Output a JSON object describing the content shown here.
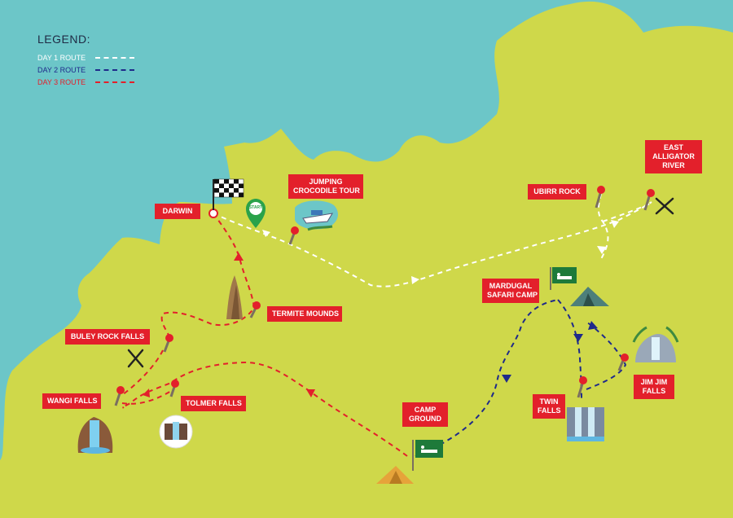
{
  "legend": {
    "title": "LEGEND:",
    "routes": [
      {
        "label": "DAY 1 ROUTE",
        "color": "#ffffff"
      },
      {
        "label": "DAY 2 ROUTE",
        "color": "#1f2a8a"
      },
      {
        "label": "DAY 3 ROUTE",
        "color": "#e3202b"
      }
    ]
  },
  "places": {
    "darwin": "DARWIN",
    "jumping_crocodile_tour": [
      "JUMPING",
      "CROCODILE TOUR"
    ],
    "ubirr_rock": "UBIRR ROCK",
    "east_alligator_river": [
      "EAST",
      "ALLIGATOR",
      "RIVER"
    ],
    "mardugal_safari_camp": [
      "MARDUGAL",
      "SAFARI CAMP"
    ],
    "termite_mounds": "TERMITE MOUNDS",
    "buley_rock_falls": "BULEY ROCK FALLS",
    "wangi_falls": "WANGI FALLS",
    "tolmer_falls": "TOLMER FALLS",
    "camp_ground": [
      "CAMP",
      "GROUND"
    ],
    "twin_falls": [
      "TWIN",
      "FALLS"
    ],
    "jim_jim_falls": [
      "JIM JIM",
      "FALLS"
    ]
  },
  "start_marker": "START",
  "colors": {
    "sea": "#6cc6c8",
    "land": "#cfd84a",
    "label_bg": "#e3202b",
    "day1": "#ffffff",
    "day2": "#1f2a8a",
    "day3": "#e3202b",
    "pin": "#e3202b",
    "pin_stem": "#7a6f60",
    "start_pin": "#2aa24a",
    "camp_sign": "#1e7a3a"
  },
  "icons": [
    "checkered-flag-icon",
    "start-pin-icon",
    "crocodile-boat-icon",
    "tent-icon",
    "sleep-sign-icon",
    "fork-knife-icon",
    "termite-mound-icon",
    "waterfall-icon"
  ]
}
